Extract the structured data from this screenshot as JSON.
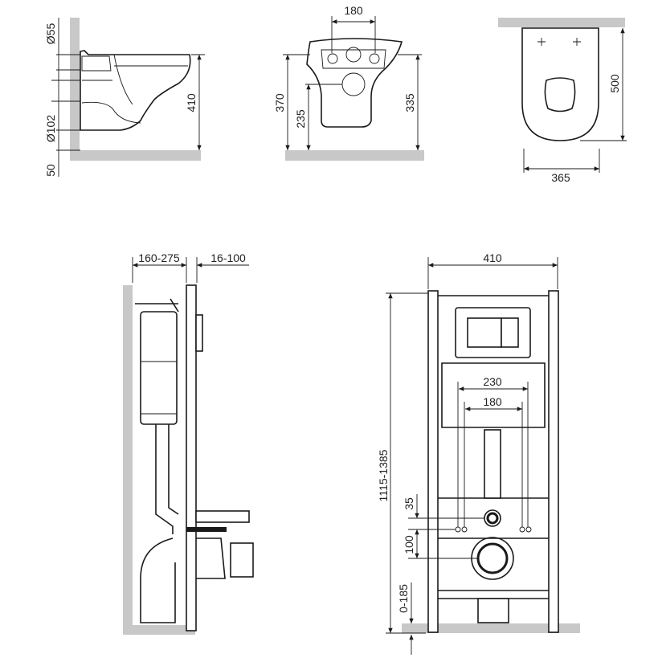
{
  "colors": {
    "wall": "#c8c8c8",
    "line": "#1a1a1a",
    "background": "#ffffff"
  },
  "side_view": {
    "d_outlet": "Ø55",
    "d_drain": "Ø102",
    "floor_gap": "50",
    "height": "410"
  },
  "front_view": {
    "bolt_spacing": "180",
    "total_height": "370",
    "drain_height": "235",
    "rim_height": "335"
  },
  "top_view": {
    "length": "500",
    "width": "365"
  },
  "frame_side_view": {
    "wall_depth": "160-275",
    "panel_depth": "16-100"
  },
  "frame_front_view": {
    "width": "410",
    "bolt_outer": "230",
    "bolt_inner": "180",
    "height": "1115-1385",
    "pipe_offset": "35",
    "drain_offset": "100",
    "leg_adjust": "0-185"
  }
}
